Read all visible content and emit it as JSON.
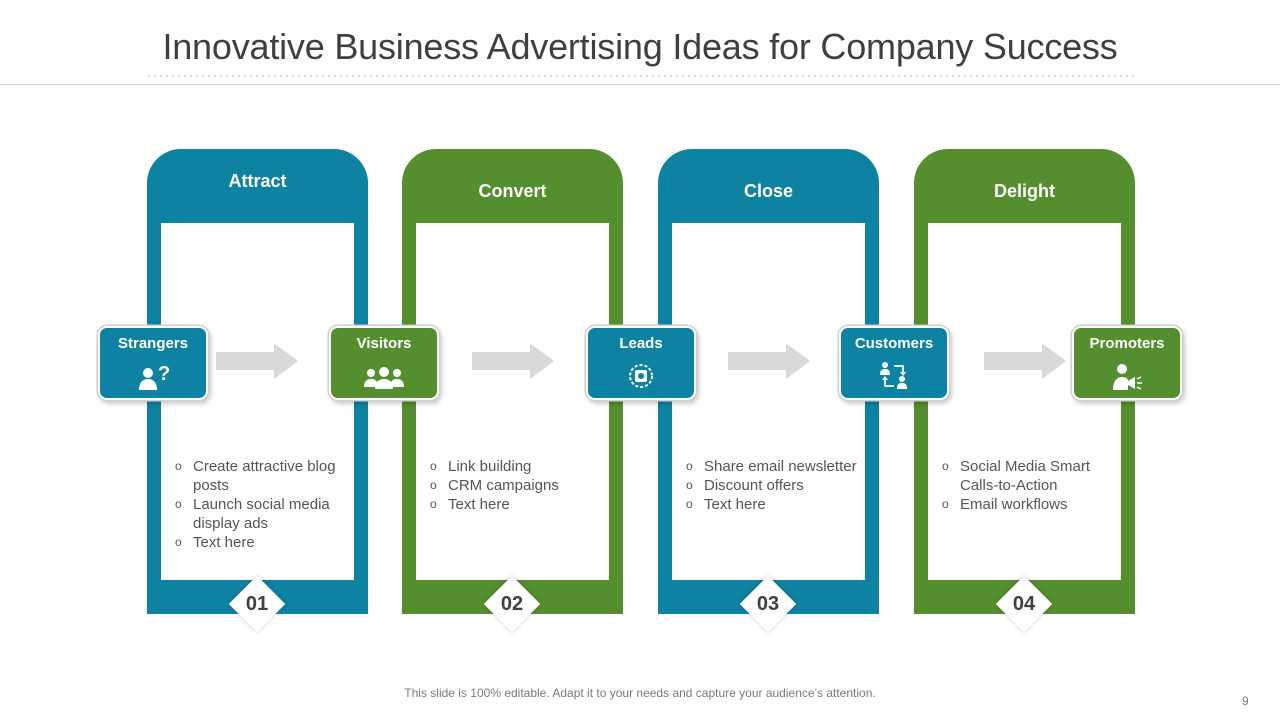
{
  "slide": {
    "title": "Innovative Business Advertising Ideas for Company Success",
    "footer": "This slide is 100% editable. Adapt it to your needs and capture your audience’s attention.",
    "page_number": "9"
  },
  "colors": {
    "blue": "#0e82a1",
    "green": "#548e2f",
    "arrow": "#d9d9d9"
  },
  "columns": [
    {
      "heading": "Attract",
      "number": "01",
      "color": "blue",
      "bullets": [
        "Create attractive blog posts",
        "Launch social media display ads",
        "Text here"
      ]
    },
    {
      "heading": "Convert",
      "number": "02",
      "color": "green",
      "bullets": [
        "Link building",
        "CRM campaigns",
        "Text here"
      ]
    },
    {
      "heading": "Close",
      "number": "03",
      "color": "blue",
      "bullets": [
        "Share email newsletter",
        "Discount offers",
        "Text here"
      ]
    },
    {
      "heading": "Delight",
      "number": "04",
      "color": "green",
      "bullets": [
        "Social Media Smart Calls-to-Action",
        "Email workflows"
      ]
    }
  ],
  "stages": [
    {
      "label": "Strangers",
      "icon": "person-question-icon",
      "color": "blue"
    },
    {
      "label": "Visitors",
      "icon": "group-people-icon",
      "color": "green"
    },
    {
      "label": "Leads",
      "icon": "target-chip-icon",
      "color": "blue"
    },
    {
      "label": "Customers",
      "icon": "people-exchange-icon",
      "color": "blue"
    },
    {
      "label": "Promoters",
      "icon": "person-megaphone-icon",
      "color": "green"
    }
  ]
}
